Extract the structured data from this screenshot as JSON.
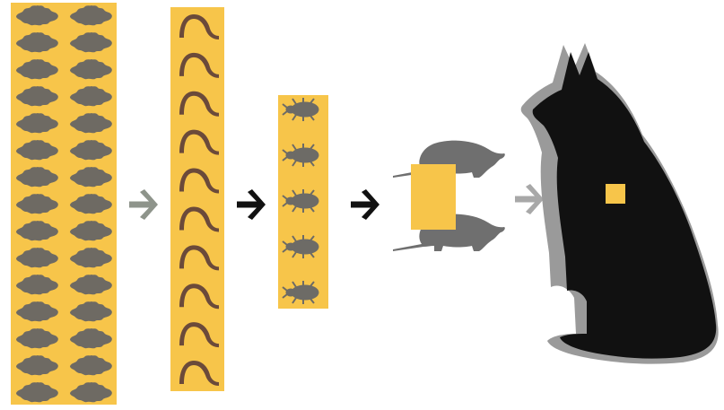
{
  "colors": {
    "background": "#ffffff",
    "bar_fill": "#f7c54a",
    "leaf": "#6e6a63",
    "caterpillar": "#6b4a3a",
    "beetle": "#6d6b66",
    "mole": "#6f6f6f",
    "fox_shadow": "#9a9a9a",
    "fox": "#111111",
    "arrow_gray": "#8e948b",
    "arrow_black": "#111111",
    "arrow_light": "#a8a8a8"
  },
  "diagram": {
    "type": "food-chain energy pyramid",
    "levels": [
      {
        "id": "producers",
        "icon": "oak-leaf-icon",
        "count": 30
      },
      {
        "id": "primary-consumers",
        "icon": "caterpillar-icon",
        "count": 10
      },
      {
        "id": "secondary-consumers",
        "icon": "beetle-icon",
        "count": 5
      },
      {
        "id": "tertiary-consumers",
        "icon": "mole-icon",
        "count": 2
      },
      {
        "id": "top-predator",
        "icon": "fox-icon",
        "count": 1
      }
    ],
    "arrows": [
      {
        "from": "producers",
        "to": "primary-consumers",
        "icon": "arrow-right-icon",
        "tone": "gray"
      },
      {
        "from": "primary-consumers",
        "to": "secondary-consumers",
        "icon": "arrow-right-icon",
        "tone": "black"
      },
      {
        "from": "secondary-consumers",
        "to": "tertiary-consumers",
        "icon": "arrow-right-icon",
        "tone": "black"
      },
      {
        "from": "tertiary-consumers",
        "to": "top-predator",
        "icon": "arrow-right-icon",
        "tone": "light"
      }
    ]
  }
}
